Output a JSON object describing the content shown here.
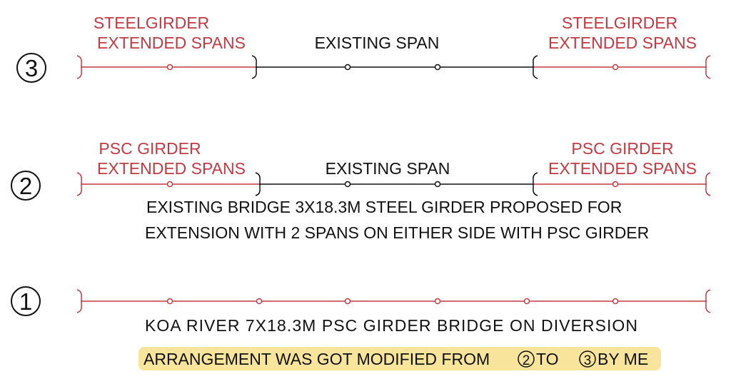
{
  "colors": {
    "extension": "#c33a43",
    "existing": "#111111",
    "highlight": "#f8e49a"
  },
  "rows": {
    "r3": {
      "number": "3",
      "left_label": [
        "STEELGIRDER",
        "EXTENDED SPANS"
      ],
      "middle_label": "EXISTING SPAN",
      "right_label": [
        "STEELGIRDER",
        "EXTENDED SPANS"
      ]
    },
    "r2": {
      "number": "2",
      "left_label": [
        "PSC GIRDER",
        "EXTENDED SPANS"
      ],
      "middle_label": "EXISTING SPAN",
      "right_label": [
        "PSC GIRDER",
        "EXTENDED SPANS"
      ],
      "caption": [
        "EXISTING BRIDGE 3X18.3M STEEL GIRDER PROPOSED FOR",
        "EXTENSION WITH 2 SPANS ON EITHER SIDE WITH PSC GIRDER"
      ]
    },
    "r1": {
      "number": "1",
      "caption": "KOA RIVER 7X18.3M PSC GIRDER BRIDGE ON DIVERSION"
    }
  },
  "note": {
    "part1": "ARRANGEMENT WAS GOT MODIFIED FROM",
    "from": "2",
    "part2": "TO",
    "to": "3",
    "part3": "BY ME"
  }
}
